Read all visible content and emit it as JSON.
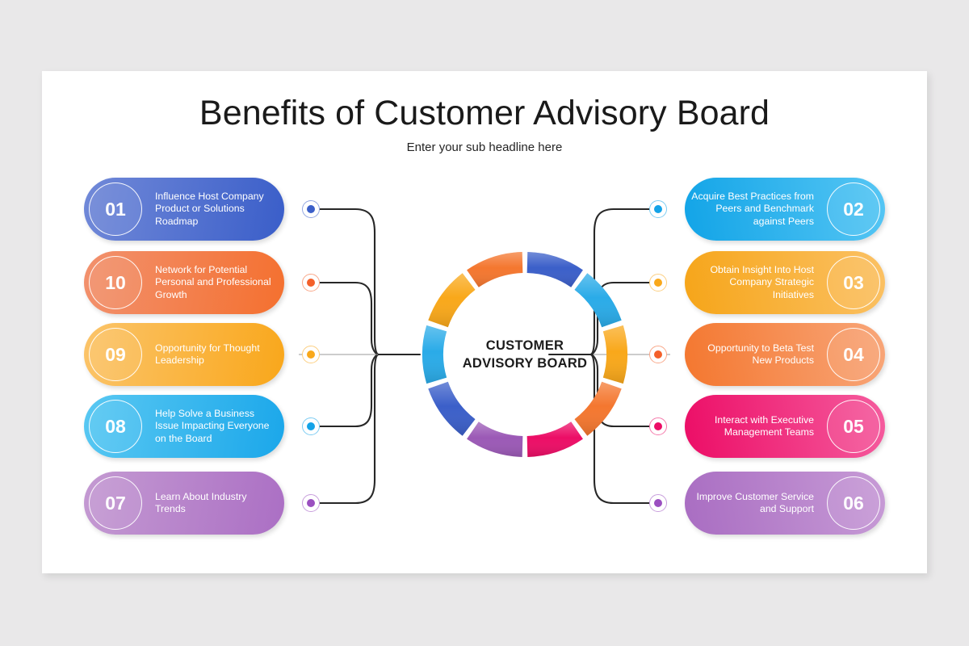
{
  "header": {
    "title": "Benefits of Customer Advisory Board",
    "subtitle": "Enter your sub headline here"
  },
  "center": {
    "line1": "CUSTOMER",
    "line2": "ADVISORY BOARD"
  },
  "colors": {
    "blue_dark": "#3b5fc9",
    "blue_light": "#2aabe8",
    "orange": "#f4772f",
    "amber": "#f9a81a",
    "pink": "#ec0d66",
    "purple": "#9b59b6",
    "slide_bg": "#ffffff",
    "page_bg": "#e9e8e9",
    "connector": "#272727"
  },
  "left_cards": [
    {
      "number": "01",
      "text": "Influence Host Company Product or Solutions Roadmap",
      "grad_from": "#7189d8",
      "grad_to": "#3a5ec9",
      "dot_color": "#3b5fc9"
    },
    {
      "number": "10",
      "text": "Network for Potential Personal and Professional Growth",
      "grad_from": "#f2916e",
      "grad_to": "#f4702f",
      "dot_color": "#f4602a"
    },
    {
      "number": "09",
      "text": "Opportunity for Thought Leadership",
      "grad_from": "#fbc46a",
      "grad_to": "#f9a71b",
      "dot_color": "#f9a81a"
    },
    {
      "number": "08",
      "text": "Help Solve a Business Issue Impacting Everyone on the Board",
      "grad_from": "#59c8f2",
      "grad_to": "#1ba7ea",
      "dot_color": "#13a3e8"
    },
    {
      "number": "07",
      "text": "Learn About Industry Trends",
      "grad_from": "#c49ad2",
      "grad_to": "#ab6fc4",
      "dot_color": "#9b4fc0"
    }
  ],
  "right_cards": [
    {
      "number": "02",
      "text": "Acquire Best Practices from Peers and Benchmark against Peers",
      "grad_from": "#56c6f4",
      "grad_to": "#12a4e7",
      "dot_color": "#13a3e8"
    },
    {
      "number": "03",
      "text": "Obtain Insight Into Host Company Strategic Initiatives",
      "grad_from": "#fbc164",
      "grad_to": "#f6a519",
      "dot_color": "#f9a81a"
    },
    {
      "number": "04",
      "text": "Opportunity to Beta Test New Products",
      "grad_from": "#f8a679",
      "grad_to": "#f4772f",
      "dot_color": "#f4602a"
    },
    {
      "number": "05",
      "text": "Interact with Executive Management Teams",
      "grad_from": "#f55c9e",
      "grad_to": "#ec0d66",
      "dot_color": "#ec0d66"
    },
    {
      "number": "06",
      "text": "Improve Customer Service and Support",
      "grad_from": "#c79bd6",
      "grad_to": "#a96dc2",
      "dot_color": "#9b4fc0"
    }
  ],
  "chart_data": {
    "type": "pie",
    "title": "CUSTOMER ADVISORY BOARD",
    "variant": "donut",
    "segment_count": 10,
    "equal_segments": true,
    "segment_degrees": 36,
    "legend_position": "none",
    "categories": [
      "01",
      "02",
      "03",
      "04",
      "05",
      "06",
      "07",
      "08",
      "09",
      "10"
    ],
    "values": [
      10,
      10,
      10,
      10,
      10,
      10,
      10,
      10,
      10,
      10
    ],
    "segment_colors": [
      "#3b5fc9",
      "#2aabe8",
      "#f9a81a",
      "#f4772f",
      "#ec0d66",
      "#9b59b6",
      "#3b5fc9",
      "#2aabe8",
      "#f9a81a",
      "#f4772f"
    ],
    "segment_labels": [
      "Influence Host Company Product or Solutions Roadmap",
      "Acquire Best Practices from Peers and Benchmark against Peers",
      "Obtain Insight Into Host Company Strategic Initiatives",
      "Opportunity to Beta Test New Products",
      "Interact with Executive Management Teams",
      "Improve Customer Service and Support",
      "Learn About Industry Trends",
      "Help Solve a Business Issue Impacting Everyone on the Board",
      "Opportunity for Thought Leadership",
      "Network for Potential Personal and Professional Growth"
    ]
  }
}
